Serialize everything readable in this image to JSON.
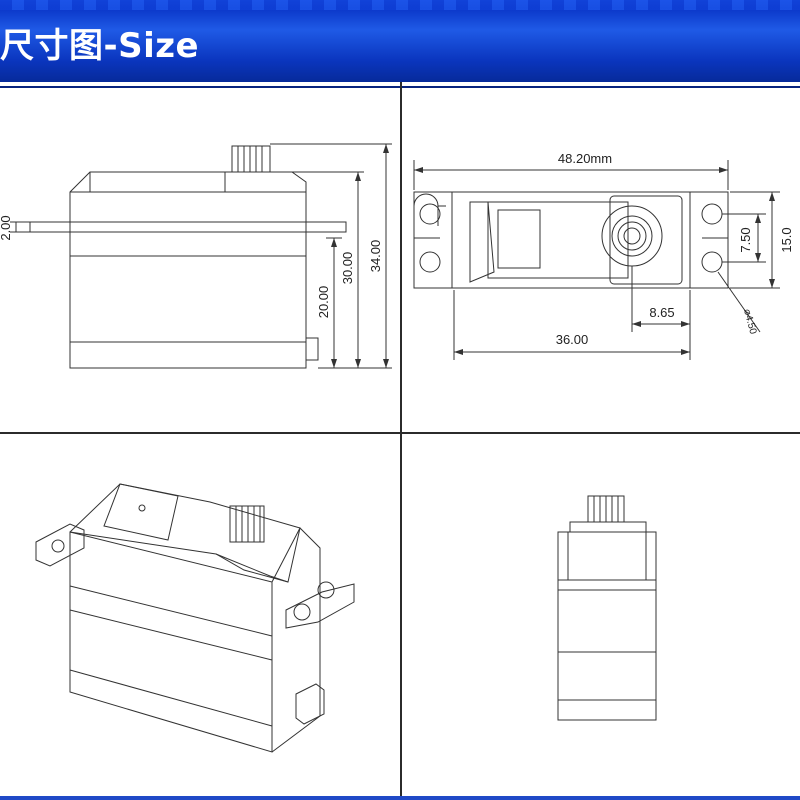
{
  "header": {
    "title": "尺寸图-Size",
    "color": "#0a36c8"
  },
  "side_view": {
    "dim_horn_height": "2.00",
    "dim_body_lower": "20.00",
    "dim_flange_height": "30.00",
    "dim_total_height": "34.00"
  },
  "top_view": {
    "dim_overall_length": "48.20mm",
    "dim_hole_spacing": "7.50",
    "dim_width": "15.0",
    "dim_shaft_offset": "8.65",
    "dim_body_length": "36.00",
    "dim_hole_diameter": "⌀4.50"
  },
  "iso_view": {},
  "end_view": {}
}
